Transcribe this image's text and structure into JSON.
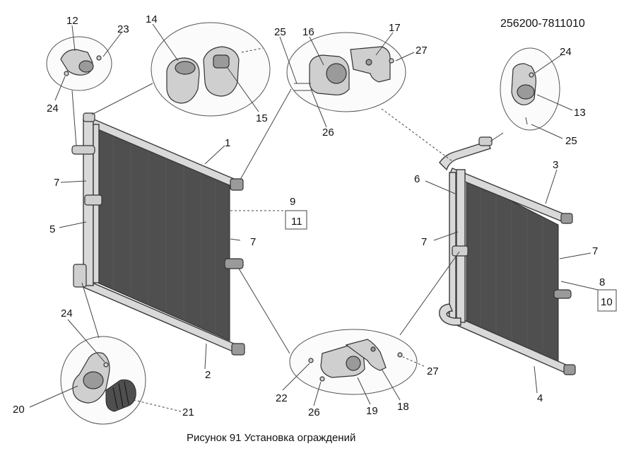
{
  "drawing_code": "256200-7811010",
  "caption": "Рисунок 91  Установка ограждений",
  "callouts": {
    "c1": "1",
    "c2": "2",
    "c3": "3",
    "c4": "4",
    "c5": "5",
    "c6": "6",
    "c7a": "7",
    "c7b": "7",
    "c7c": "7",
    "c7d": "7",
    "c8": "8",
    "c9": "9",
    "c10": "10",
    "c11": "11",
    "c12": "12",
    "c13": "13",
    "c14": "14",
    "c15": "15",
    "c16": "16",
    "c17": "17",
    "c18": "18",
    "c19": "19",
    "c20": "20",
    "c21": "21",
    "c22": "22",
    "c23": "23",
    "c24a": "24",
    "c24b": "24",
    "c24c": "24",
    "c25a": "25",
    "c25b": "25",
    "c26a": "26",
    "c26b": "26",
    "c27a": "27",
    "c27b": "27"
  }
}
